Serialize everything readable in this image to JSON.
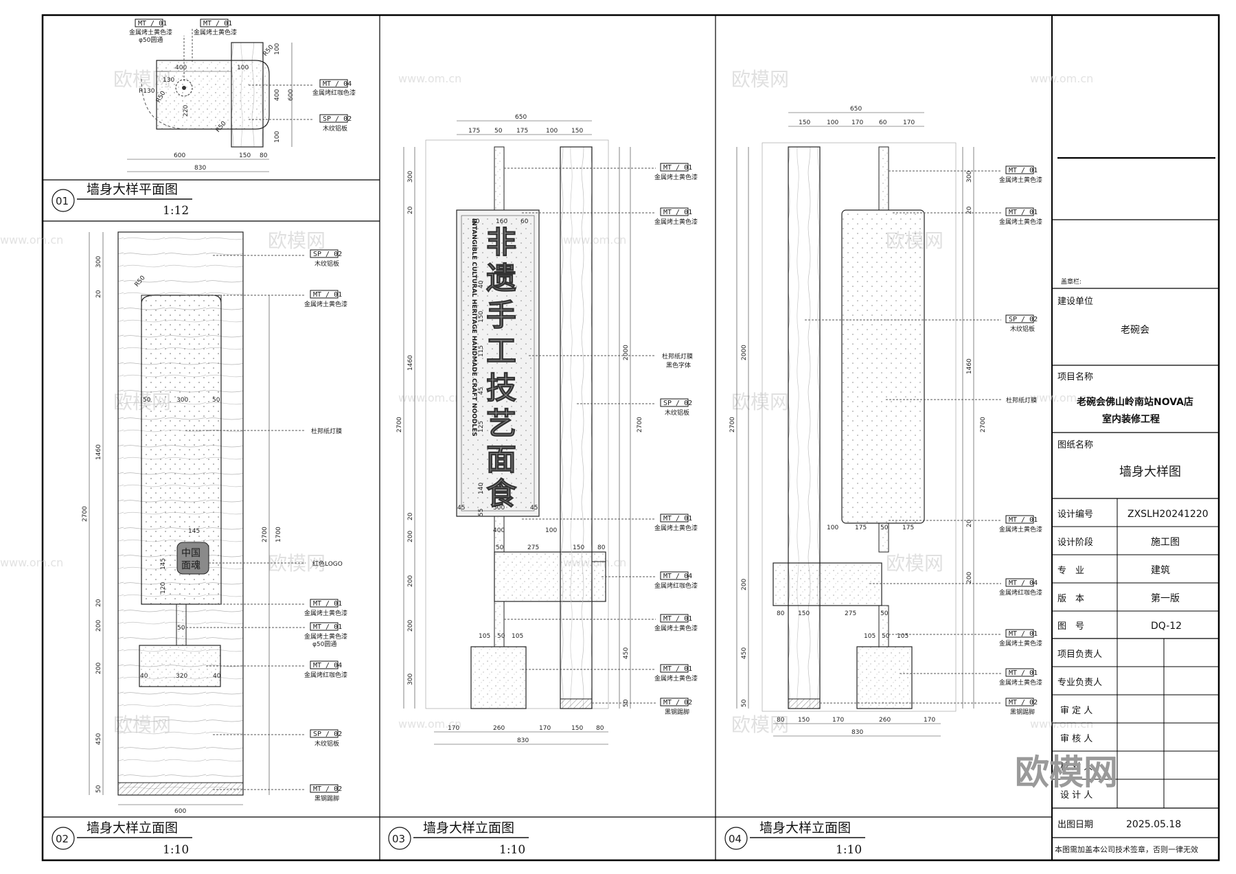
{
  "views": {
    "v01": {
      "num": "01",
      "title": "墙身大样平面图",
      "scale": "1:12"
    },
    "v02": {
      "num": "02",
      "title": "墙身大样立面图",
      "scale": "1:10"
    },
    "v03": {
      "num": "03",
      "title": "墙身大样立面图",
      "scale": "1:10"
    },
    "v04": {
      "num": "04",
      "title": "墙身大样立面图",
      "scale": "1:10"
    }
  },
  "materials": {
    "mt01": {
      "code": "MT / 01",
      "name": "金属烤土黄色漆"
    },
    "mt02": {
      "code": "MT / 02",
      "name": "黑钢踢脚"
    },
    "mt04": {
      "code": "MT / 04",
      "name": "金属烤红咖色漆"
    },
    "sp02": {
      "code": "SP / 02",
      "name": "木纹铝板"
    },
    "dupont": "杜邦纸灯膜",
    "dupont_black": "杜邦纸灯膜",
    "black_font": "黑色字体",
    "red_logo": "红色LOGO",
    "pipe": "φ50圆通"
  },
  "sign": {
    "chars": [
      "非",
      "遗",
      "手",
      "工",
      "技",
      "艺",
      "面",
      "食"
    ],
    "english": "INTANGIBLE CULTURAL HERITAGE HANDMADE CRAFT NOODLES",
    "logo": [
      "中国",
      "面魂"
    ]
  },
  "dims": {
    "v01": {
      "d400": "400",
      "d100": "100",
      "d130": "130",
      "r130": "R130",
      "r50": "R50",
      "d220": "220",
      "d600": "600",
      "d150": "150",
      "d80": "80",
      "d830": "830",
      "d100b": "100",
      "d400b": "400",
      "d600v": "600",
      "d100c": "100",
      "dR50": "R50"
    },
    "v02": {
      "d300": "300",
      "d20": "20",
      "d1460": "1460",
      "d2700": "2700",
      "d1700": "1700",
      "d200": "200",
      "d200b": "200",
      "d450": "450",
      "d50": "50",
      "d600": "600",
      "d50a": "50",
      "d300w": "300",
      "d50b": "50",
      "d145": "145",
      "d145v": "145",
      "d120": "120",
      "d50c": "50",
      "d40": "40",
      "d320": "320",
      "d40b": "40",
      "d20b": "20",
      "dR50": "R50"
    },
    "v03": {
      "d650": "650",
      "d175": "175",
      "d50": "50",
      "d175b": "175",
      "d100": "100",
      "d150": "150",
      "d300": "300",
      "d20": "20",
      "d1460": "1460",
      "d2700": "2700",
      "d2000": "2000",
      "d2700b": "2700",
      "d200": "200",
      "d200b": "200",
      "d200c": "200",
      "d300b": "300",
      "d450": "450",
      "d50b": "50",
      "d80": "80",
      "d160": "160",
      "d60": "60",
      "d40": "40",
      "d150b": "150",
      "d115": "115",
      "d45": "45",
      "d125": "125",
      "d140": "140",
      "d55": "55",
      "d45b": "45",
      "d300w": "300",
      "d45c": "45",
      "d400": "400",
      "d100b": "100",
      "d50c": "50",
      "d275": "275",
      "d150c": "150",
      "d80b": "80",
      "d105": "105",
      "d50d": "50",
      "d105b": "105",
      "d170": "170",
      "d260": "260",
      "d170b": "170",
      "d150d": "150",
      "d80c": "80",
      "d830": "830",
      "d20b": "20"
    },
    "v04": {
      "d650": "650",
      "d150": "150",
      "d100": "100",
      "d170": "170",
      "d60": "60",
      "d170b": "170",
      "d300": "300",
      "d20": "20",
      "d1460": "1460",
      "d2700": "2700",
      "d2000": "2000",
      "d2700b": "2700",
      "d200": "200",
      "d200b": "200",
      "d450": "450",
      "d50": "50",
      "d100b": "100",
      "d175": "175",
      "d50b": "50",
      "d175b": "175",
      "d80": "80",
      "d150b": "150",
      "d275": "275",
      "d50c": "50",
      "d105": "105",
      "d50d": "50",
      "d105b": "105",
      "d80b": "80",
      "d150c": "150",
      "d170c": "170",
      "d260": "260",
      "d170d": "170",
      "d830": "830",
      "d20b": "20"
    }
  },
  "titleblock": {
    "stamp_label": "盖章栏:",
    "owner_label": "建设单位",
    "owner": "老碗会",
    "project_label": "项目名称",
    "project_line1": "老碗会佛山岭南站NOVA店",
    "project_line2": "室内装修工程",
    "drawing_label": "图纸名称",
    "drawing_name": "墙身大样图",
    "rows": [
      {
        "k": "设计编号",
        "v": "ZXSLH20241220"
      },
      {
        "k": "设计阶段",
        "v": "施工图"
      },
      {
        "k": "专　业",
        "v": "建筑"
      },
      {
        "k": "版　本",
        "v": "第一版"
      },
      {
        "k": "图　号",
        "v": "DQ-12"
      }
    ],
    "people": [
      "项目负责人",
      "专业负责人",
      "审 定 人",
      "审 核 人",
      "校 对 人",
      "设 计 人"
    ],
    "date_label": "出图日期",
    "date": "2025.05.18",
    "note": "本图需加盖本公司技术签章，否则一律无效"
  },
  "watermark": {
    "logo": "欧模网",
    "url": "www.om.cn",
    "big": "欧模网"
  }
}
